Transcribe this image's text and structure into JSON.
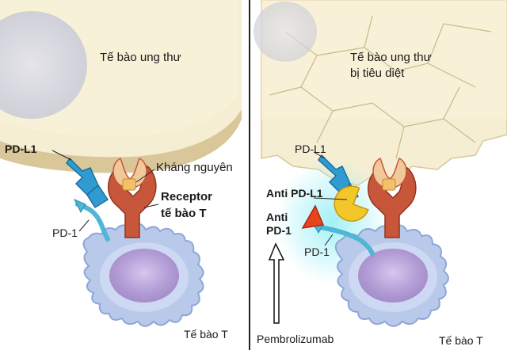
{
  "left_panel": {
    "cancer_cell": "Tế bào ung thư",
    "pdl1": "PD-L1",
    "antigen": "Kháng nguyên",
    "receptor_line1": "Receptor",
    "receptor_line2": "tế bào T",
    "pd1": "PD-1",
    "t_cell": "Tế bào T"
  },
  "right_panel": {
    "cancer_cell_line1": "Tế bào ung thư",
    "cancer_cell_line2": "bị tiêu diệt",
    "pdl1": "PD-L1",
    "anti_pdl1": "Anti PD-L1",
    "anti_pd1_line1": "Anti",
    "anti_pd1_line2": "PD-1",
    "pd1": "PD-1",
    "drug": "Pembrolizumab",
    "t_cell": "Tế bào T"
  },
  "colors": {
    "cell_body": "#f5ecc8",
    "nucleus": "#b8a4d6",
    "t_cell_membrane": "#b9c9ea",
    "pdl1": "#2f9bd0",
    "receptor": "#c8563a",
    "antigen": "#f2c16a",
    "anti_pd1": "#e8431f",
    "anti_pdl1": "#f3c62a"
  }
}
